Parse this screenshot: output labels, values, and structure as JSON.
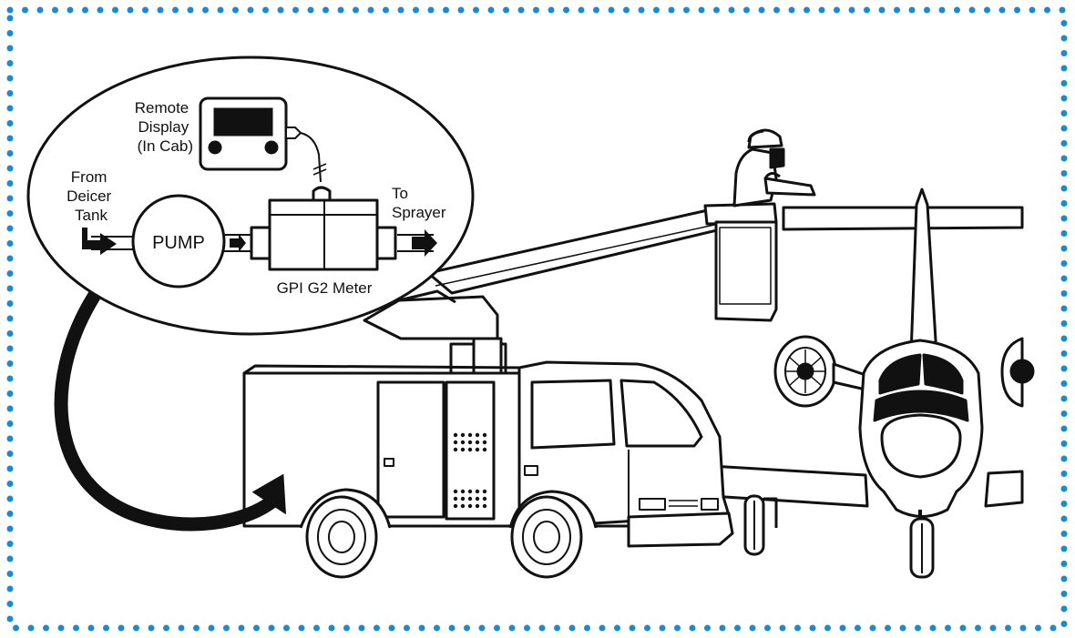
{
  "labels": {
    "remote_display": [
      "Remote",
      "Display",
      "(In Cab)"
    ],
    "from_deicer": [
      "From",
      "Deicer",
      "Tank"
    ],
    "pump": "PUMP",
    "to_sprayer": [
      "To",
      "Sprayer"
    ],
    "meter": "GPI G2 Meter"
  },
  "colors": {
    "border_dots": "#1a8bd1",
    "line": "#111111",
    "fill": "#ffffff"
  }
}
